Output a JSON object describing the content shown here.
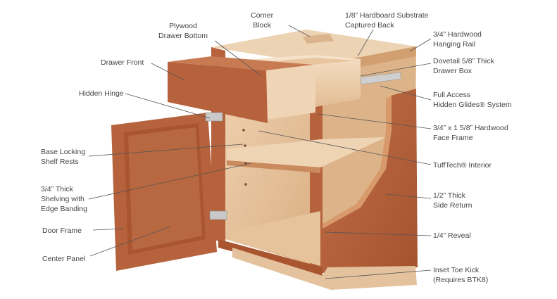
{
  "labels": {
    "corner_block": "Corner\nBlock",
    "hardboard_back": "1/8” Hardboard Substrate\nCaptured Back",
    "plywood_bottom": "Plywood\nDrawer Bottom",
    "hanging_rail": "3/4” Hardwood\nHanging Rail",
    "drawer_front": "Drawer Front",
    "drawer_box": "Dovetail 5/8” Thick\nDrawer Box",
    "hidden_hinge": "Hidden Hinge",
    "glides": "Full Access\nHidden Glides® System",
    "face_frame": "3/4” x 1 5/8” Hardwood\nFace Frame",
    "shelf_rests": "Base Locking\nShelf Rests",
    "interior": "TuffTech® Interior",
    "shelving": "3/4” Thick\nShelving with\nEdge Banding",
    "side_return": "1/2” Thick\nSide Return",
    "door_frame": "Door Frame",
    "reveal": "1/4” Reveal",
    "center_panel": "Center Panel",
    "toe_kick": "Inset Toe Kick\n(Requires BTK8)"
  },
  "colors": {
    "cherry": "#b5623d",
    "cherry_dark": "#8e4426",
    "interior_wood": "#e7c29b",
    "top_wood": "#ecd3b4",
    "leader": "#555555"
  }
}
